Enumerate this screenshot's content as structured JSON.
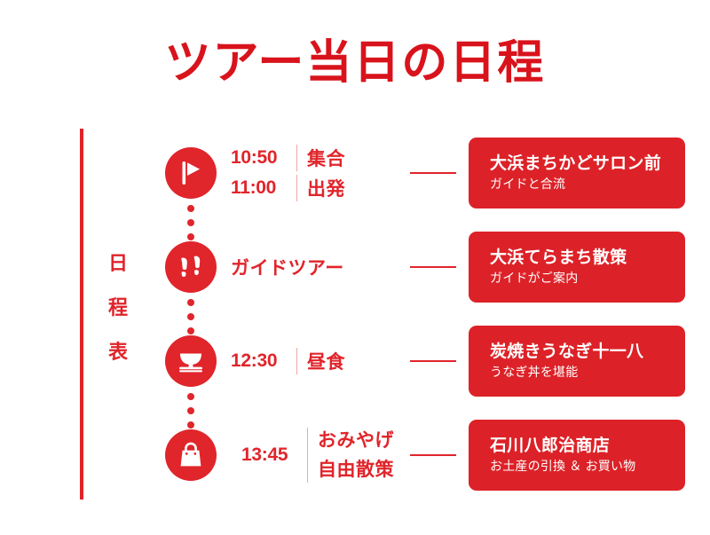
{
  "page": {
    "title": "ツアー当日の日程",
    "background_color": "#ffffff",
    "accent_color": "#e0252b",
    "card_color": "#dc2228"
  },
  "rail": {
    "label_chars": [
      "日",
      "程",
      "表"
    ]
  },
  "timeline": {
    "rows": [
      {
        "icon": "flag-icon",
        "lines": [
          {
            "time": "10:50",
            "label": "集合"
          },
          {
            "time": "11:00",
            "label": "出発"
          }
        ],
        "card": {
          "title": "大浜まちかどサロン前",
          "subtitle": "ガイドと合流"
        }
      },
      {
        "icon": "footprints-icon",
        "lines": [
          {
            "time": "",
            "label": "ガイドツアー"
          }
        ],
        "card": {
          "title": "大浜てらまち散策",
          "subtitle": "ガイドがご案内"
        }
      },
      {
        "icon": "rice-bowl-icon",
        "lines": [
          {
            "time": "12:30",
            "label": "昼食"
          }
        ],
        "card": {
          "title": "炭焼きうなぎ十一八",
          "subtitle": "うなぎ丼を堪能"
        }
      },
      {
        "icon": "shopping-bag-icon",
        "lines": [
          {
            "time": "13:45",
            "label": "おみやげ"
          },
          {
            "time": "",
            "label": "自由散策"
          }
        ],
        "card": {
          "title": "石川八郎治商店",
          "subtitle": "お土産の引換 ＆ お買い物"
        }
      }
    ]
  }
}
